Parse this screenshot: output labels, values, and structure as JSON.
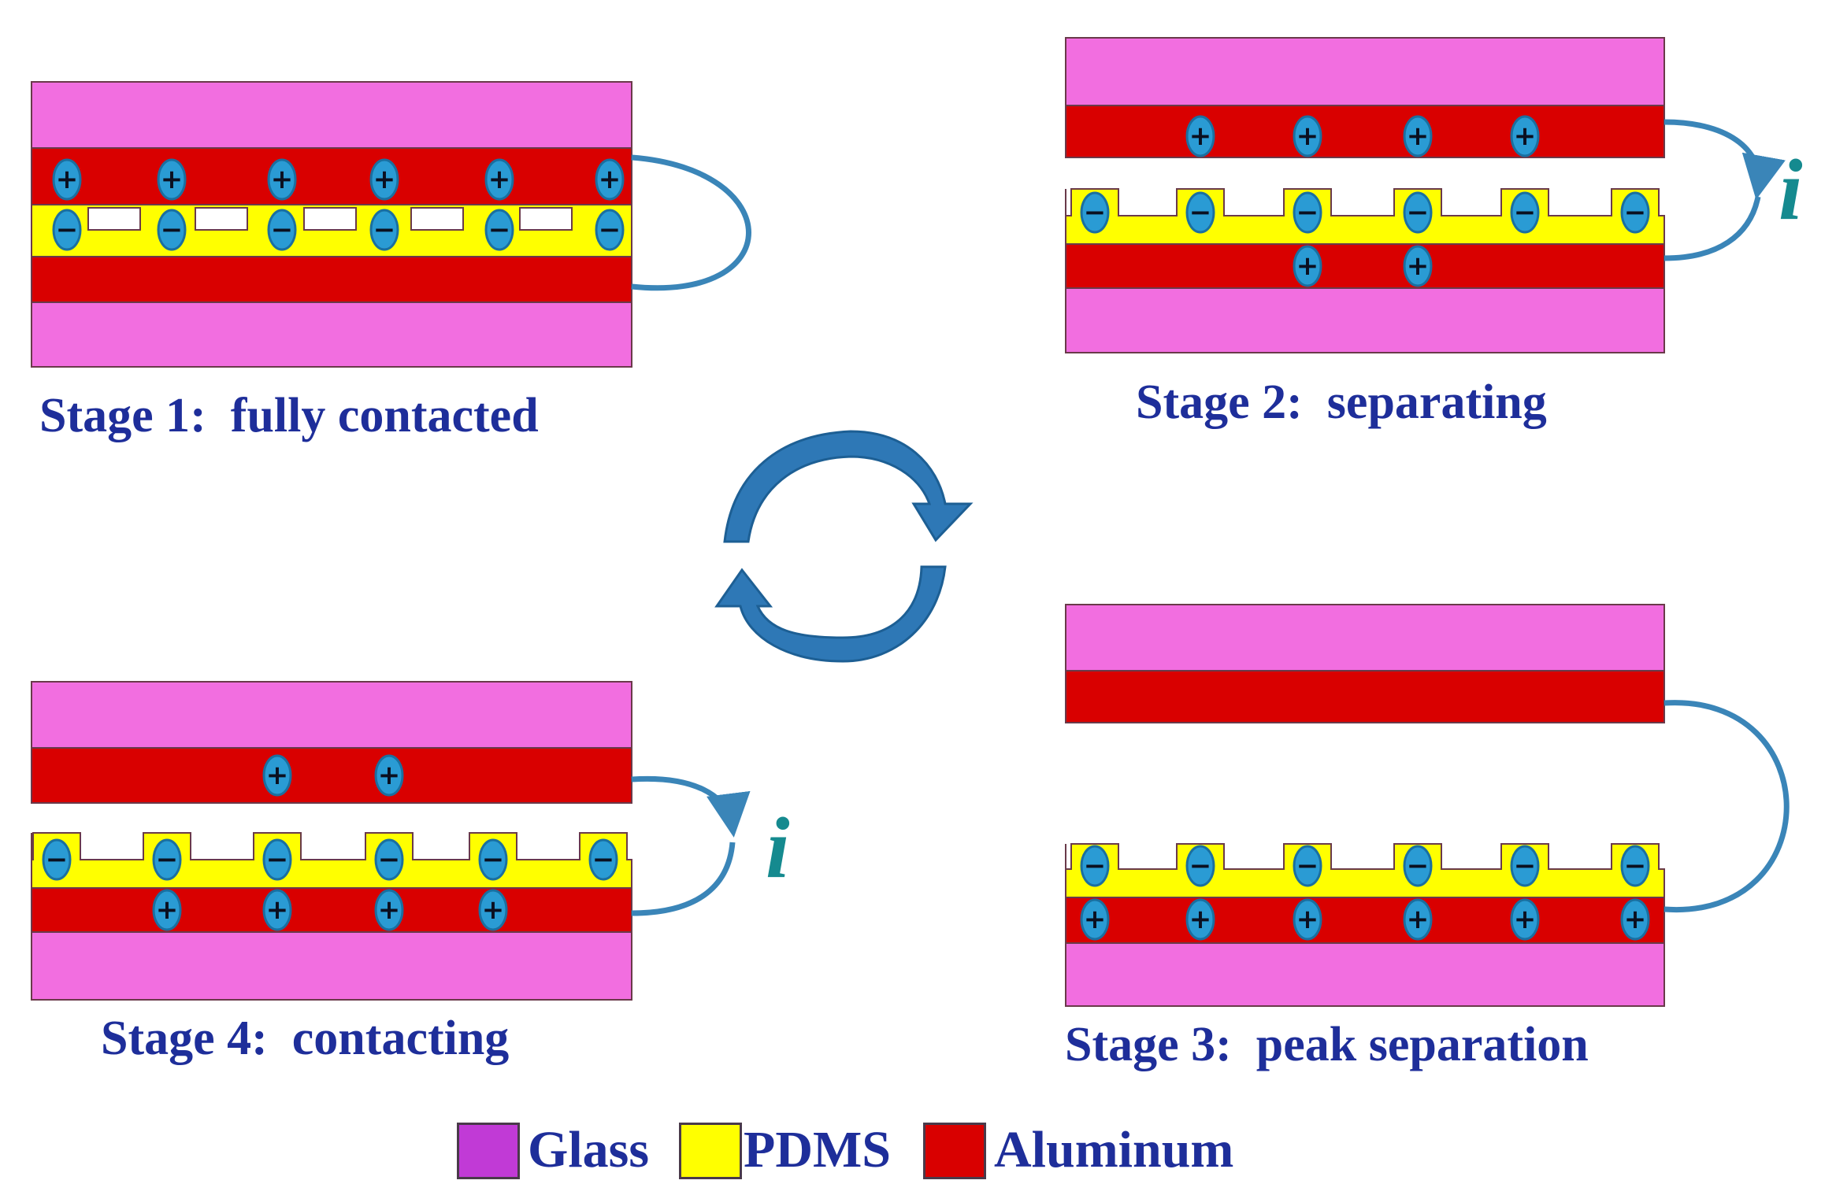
{
  "stages": [
    {
      "id": 1,
      "caption": "Stage 1:  fully contacted"
    },
    {
      "id": 2,
      "caption": "Stage 2:  separating",
      "current_label": "i"
    },
    {
      "id": 3,
      "caption": "Stage 3:  peak separation"
    },
    {
      "id": 4,
      "caption": "Stage 4:  contacting",
      "current_label": "i"
    }
  ],
  "legend": [
    {
      "name": "Glass",
      "color": "#ec6bdc"
    },
    {
      "name": "PDMS",
      "color": "#ffff00"
    },
    {
      "name": "Aluminum",
      "color": "#d90000"
    }
  ],
  "symbols": {
    "positive": "+",
    "negative": "−"
  },
  "cycle_icon": "circular-cycle-arrows-icon"
}
